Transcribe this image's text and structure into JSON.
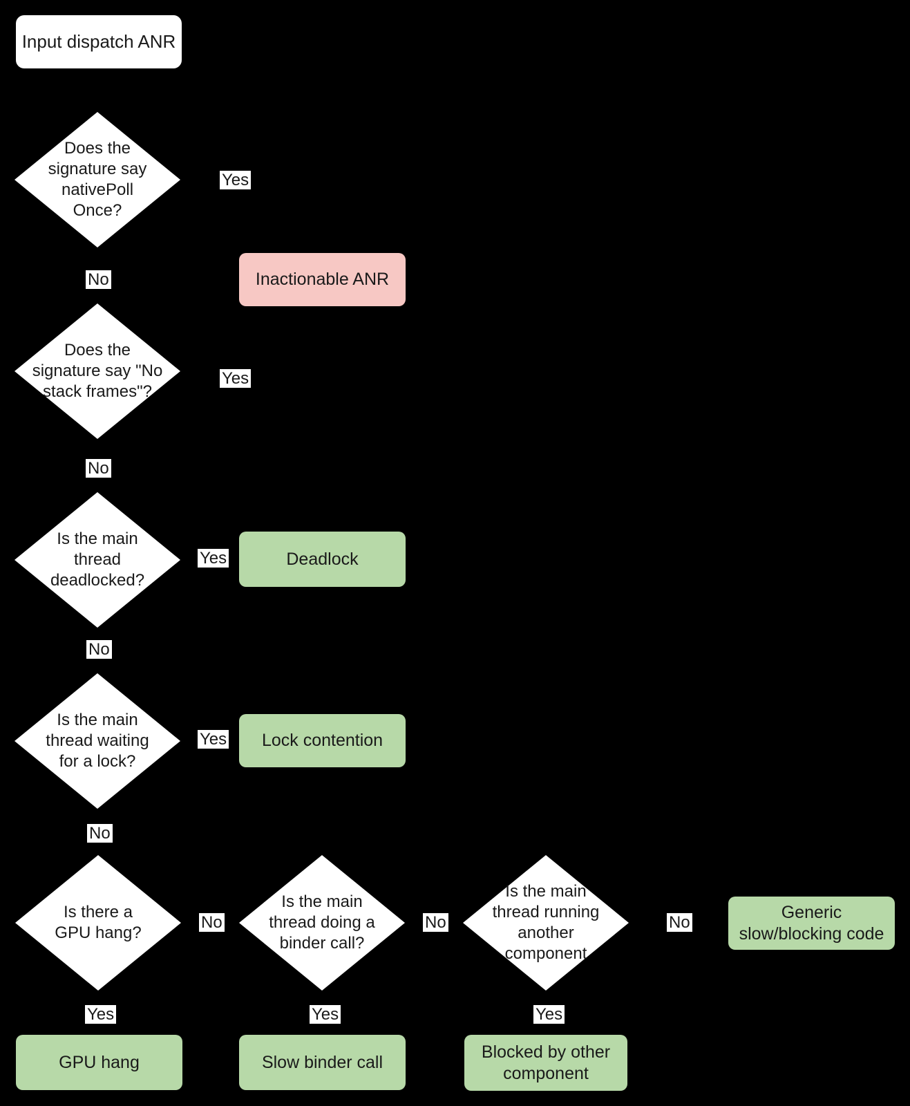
{
  "colors": {
    "background": "#000000",
    "node_fill": "#ffffff",
    "outcome_fill": "#b7d9a8",
    "inactionable_fill": "#f7c8c4",
    "text": "#1a1a1a"
  },
  "labels": {
    "yes": "Yes",
    "no": "No"
  },
  "start": {
    "label": "Input dispatch ANR"
  },
  "decisions": {
    "native_poll": {
      "question": "Does the\nsignature say\nnativePoll\nOnce?"
    },
    "no_stack_frames": {
      "question": "Does the\nsignature say \"No\nstack frames\"?"
    },
    "deadlocked": {
      "question": "Is the main\nthread\ndeadlocked?"
    },
    "waiting_lock": {
      "question": "Is the main\nthread waiting\nfor a lock?"
    },
    "gpu_hang": {
      "question": "Is there a\nGPU hang?"
    },
    "binder_call": {
      "question": "Is the main\nthread doing a\nbinder call?"
    },
    "another_component": {
      "question": "Is the main\nthread running\nanother\ncomponent"
    }
  },
  "outcomes": {
    "inactionable": {
      "label": "Inactionable ANR"
    },
    "deadlock": {
      "label": "Deadlock"
    },
    "lock_contention": {
      "label": "Lock contention"
    },
    "gpu_hang": {
      "label": "GPU hang"
    },
    "slow_binder": {
      "label": "Slow binder call"
    },
    "blocked_other": {
      "label": "Blocked by other\ncomponent"
    },
    "generic_slow": {
      "label": "Generic\nslow/blocking code"
    }
  }
}
